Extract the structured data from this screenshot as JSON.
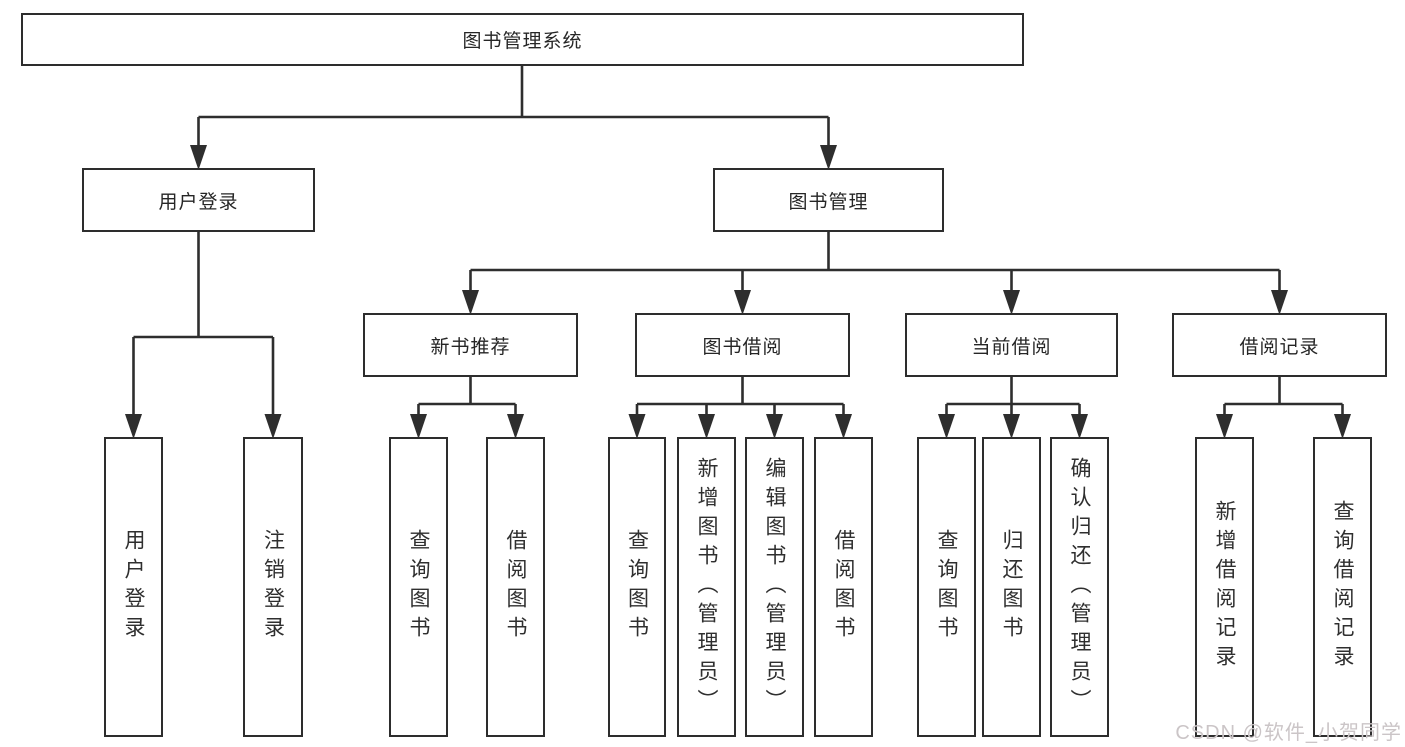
{
  "diagram": {
    "root": "图书管理系统",
    "login_branch": "用户登录",
    "manage_branch": "图书管理",
    "modules": [
      "新书推荐",
      "图书借阅",
      "当前借阅",
      "借阅记录"
    ],
    "leaves": {
      "login": [
        "用户登录",
        "注销登录"
      ],
      "recommend": [
        "查询图书",
        "借阅图书"
      ],
      "borrow": [
        "查询图书",
        "新增图书（管理员）",
        "编辑图书（管理员）",
        "借阅图书"
      ],
      "current": [
        "查询图书",
        "归还图书",
        "确认归还（管理员）"
      ],
      "records": [
        "新增借阅记录",
        "查询借阅记录"
      ]
    }
  },
  "watermark": "CSDN @软件_小贺同学",
  "colors": {
    "line": "#2e2e2e",
    "border": "#2d2d2d",
    "text": "#262626",
    "watermark": "#cbc5c7"
  }
}
